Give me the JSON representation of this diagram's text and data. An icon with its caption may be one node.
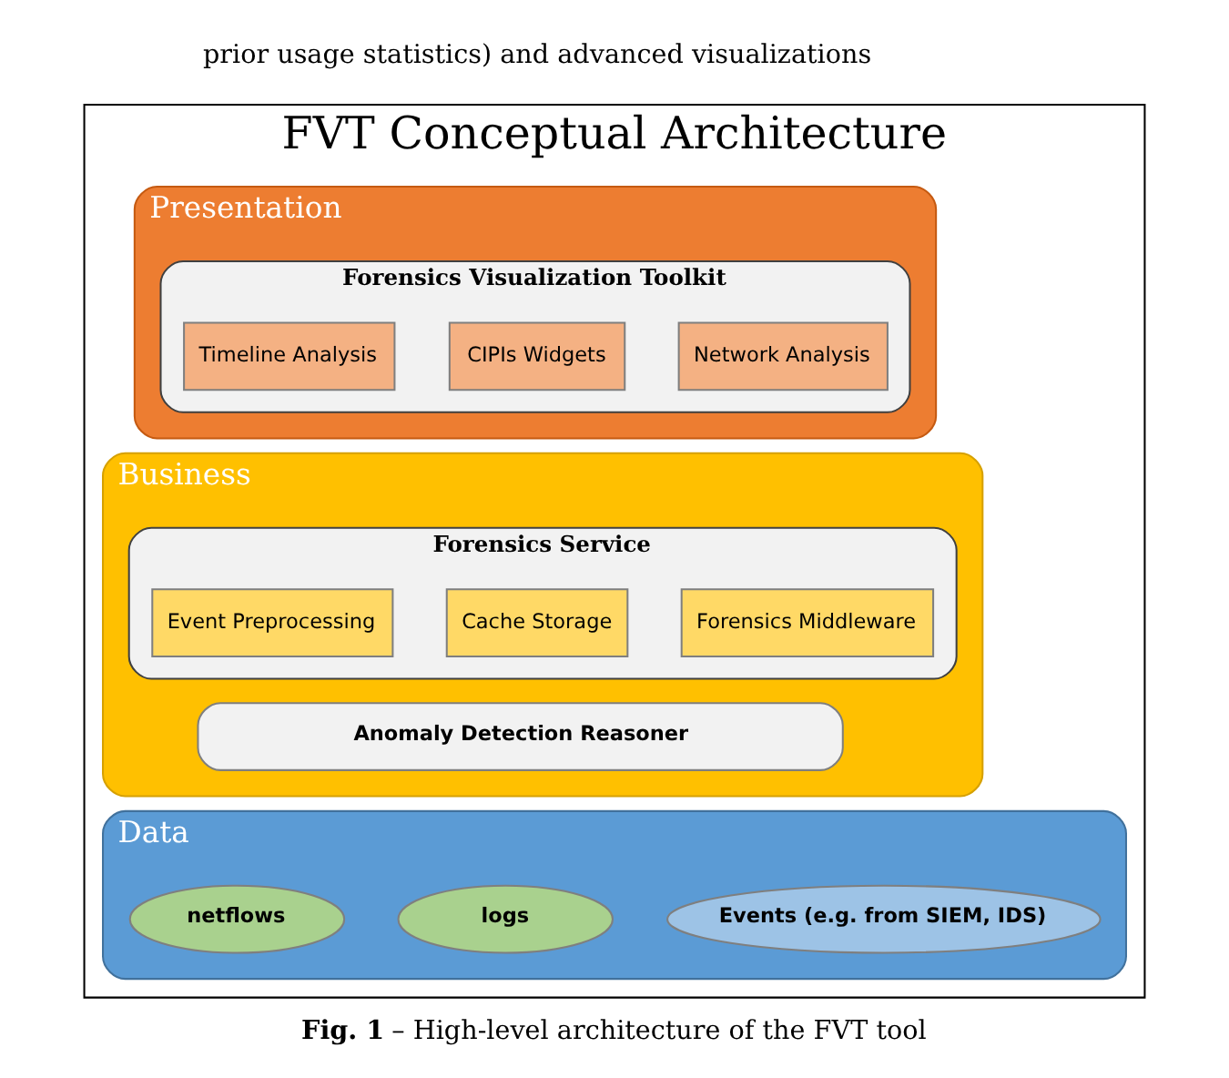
{
  "diagram": {
    "caption": "**Fig. 1** – High-level architecture of the FVT tool",
    "nodes": [
      {
        "text": [
          "FVT Conceptual Architecture"
        ]
      },
      {
        "text": [
          "Presentation"
        ],
        "in": 0
      },
      {
        "text": [
          "Forensics Visualization Toolkit"
        ],
        "in": 1
      },
      {
        "text": [
          "Timeline Analysis"
        ],
        "in": 2
      },
      {
        "text": [
          "CIPIs Widgets"
        ],
        "in": 2
      },
      {
        "text": [
          "Network Analysis"
        ],
        "in": 2
      },
      {
        "text": [
          "Business"
        ],
        "in": 0
      },
      {
        "text": [
          "Forensics Service"
        ],
        "in": 6
      },
      {
        "text": [
          "Event Preprocessing"
        ],
        "in": 7
      },
      {
        "text": [
          "Cache Storage"
        ],
        "in": 7
      },
      {
        "text": [
          "Forensics Middleware"
        ],
        "in": 7
      },
      {
        "text": [
          "Anomaly Detection Reasoner"
        ],
        "in": 6
      },
      {
        "text": [
          "Data"
        ],
        "in": 0
      },
      {
        "text": [
          "netflows"
        ],
        "in": 12
      },
      {
        "text": [
          "logs"
        ],
        "in": 12
      },
      {
        "text": [
          "Events (e.g. from SIEM, IDS)"
        ],
        "in": 12
      }
    ],
    "labels": [
      "prior usage statistics) and advanced visualizations"
    ]
  }
}
